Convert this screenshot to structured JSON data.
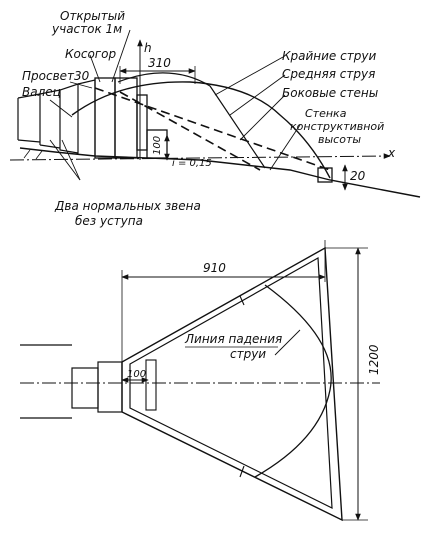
{
  "labels": {
    "open_section": "Открытый\nучасток 1м",
    "slope": "Косогор",
    "clearance": "Просвет30",
    "roller": "Валец",
    "extreme_jets": "Крайние струи",
    "middle_jet": "Средняя струя",
    "side_walls": "Боковые стены",
    "wall_structural_height": "Стенка\nконструктивной\nвысоты",
    "two_links": "Два нормальных звена\nбез уступа",
    "axis_h": "h",
    "axis_x": "x",
    "slope_i": "i = 0,15",
    "dim_310": "310",
    "dim_100_top": "100",
    "dim_20": "20",
    "dim_910": "910",
    "dim_1200": "1200",
    "dim_100_bottom": "100",
    "jet_fall_line": "Линия падения\nструи"
  }
}
